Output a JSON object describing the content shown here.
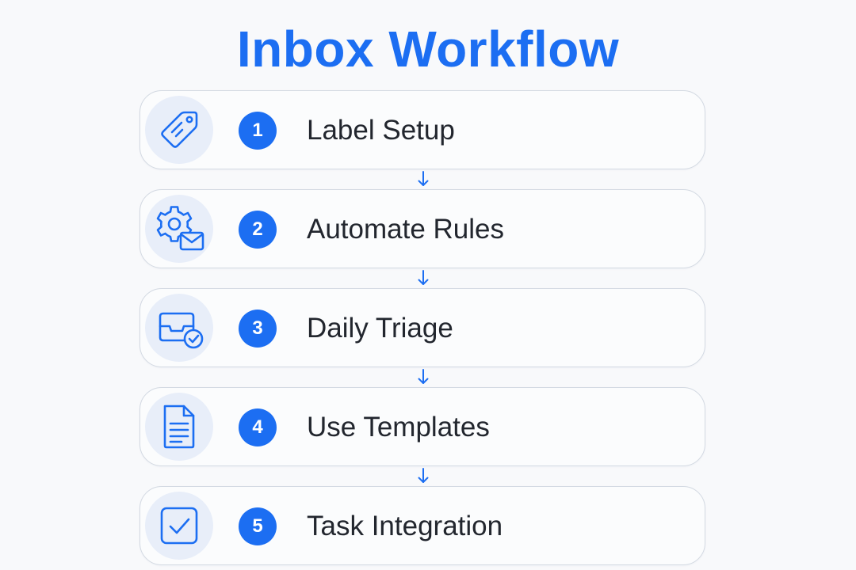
{
  "title": "Inbox Workflow",
  "colors": {
    "accent": "#1c6ef2",
    "icon_bg": "#e8eef9",
    "card_border": "#d3d9e2",
    "text": "#22262e",
    "background": "#f8f9fb"
  },
  "steps": [
    {
      "number": "1",
      "label": "Label Setup",
      "icon": "tag-icon"
    },
    {
      "number": "2",
      "label": "Automate Rules",
      "icon": "gear-mail-icon"
    },
    {
      "number": "3",
      "label": "Daily Triage",
      "icon": "inbox-check-icon"
    },
    {
      "number": "4",
      "label": "Use Templates",
      "icon": "document-icon"
    },
    {
      "number": "5",
      "label": "Task Integration",
      "icon": "checkbox-icon"
    }
  ]
}
